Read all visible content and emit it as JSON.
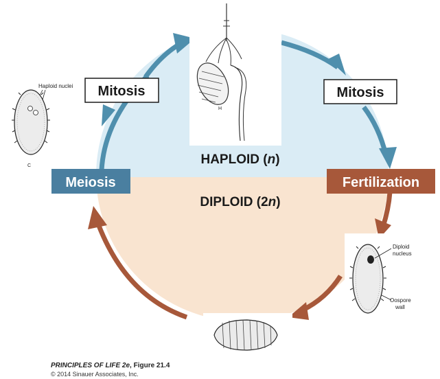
{
  "colors": {
    "haploid_fill": "#daecf5",
    "diploid_fill": "#f9e4d0",
    "blue_arrow": "#4f8fad",
    "brown_arrow": "#a7583a",
    "meiosis_box": "#4a7fa0",
    "fertilization_box": "#a7583a"
  },
  "center": {
    "haploid_word": "HAPLOID (",
    "haploid_n": "n",
    "haploid_close": ")",
    "diploid_word": "DIPLOID (2",
    "diploid_n": "n",
    "diploid_close": ")"
  },
  "labels": {
    "mitosis_left": "Mitosis",
    "mitosis_right": "Mitosis",
    "meiosis": "Meiosis",
    "fertilization": "Fertilization"
  },
  "illustrations": {
    "left_cell": {
      "callout": "Haploid nuclei",
      "letter": "C"
    },
    "plant": {
      "letter": "H"
    },
    "right_cell": {
      "callout_top_1": "Diploid",
      "callout_top_2": "nucleus",
      "callout_bottom_1": "Oospore",
      "callout_bottom_2": "wall"
    }
  },
  "caption": {
    "book_title": "PRINCIPLES OF LIFE 2e",
    "figure_ref": ", Figure 21.4",
    "copyright": "© 2014 Sinauer Associates, Inc."
  }
}
